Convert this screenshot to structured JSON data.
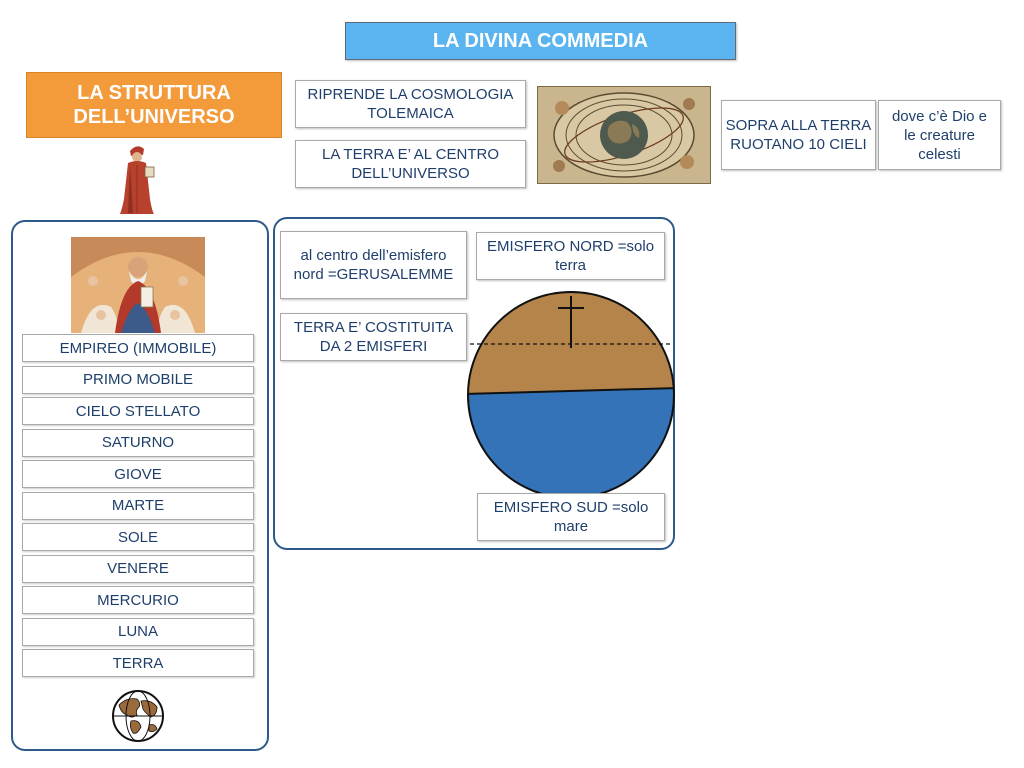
{
  "title": "LA DIVINA COMMEDIA",
  "section_label": "LA STRUTTURA DELL’UNIVERSO",
  "cosmology": {
    "riprende": "RIPRENDE LA COSMOLOGIA TOLEMAICA",
    "terra_centro": "LA TERRA E’ AL CENTRO DELL’UNIVERSO",
    "sopra": "SOPRA ALLA TERRA RUOTANO 10 CIELI",
    "dove": "dove c’è Dio e le creature celesti"
  },
  "heavens": [
    "EMPIREO (IMMOBILE)",
    "PRIMO MOBILE",
    "CIELO STELLATO",
    "SATURNO",
    "GIOVE",
    "MARTE",
    "SOLE",
    "VENERE",
    "MERCURIO",
    "LUNA",
    "TERRA"
  ],
  "hemispheres": {
    "centro_nord": "al centro dell’emisfero nord =GERUSALEMME",
    "due_emisferi": "TERRA E’ COSTITUITA DA 2 EMISFERI",
    "nord": "EMISFERO NORD =solo terra",
    "sud": "EMISFERO SUD =solo mare"
  },
  "colors": {
    "title_bg": "#5ab4f0",
    "section_bg": "#f39a3a",
    "panel_border": "#2d5a8a",
    "land": "#b5844a",
    "sea": "#3473b8",
    "text": "#1f3f6b"
  },
  "icons": [
    "dante-figure",
    "ptolemaic-map-image",
    "god-painting-image",
    "globe-icon",
    "cross-icon"
  ]
}
